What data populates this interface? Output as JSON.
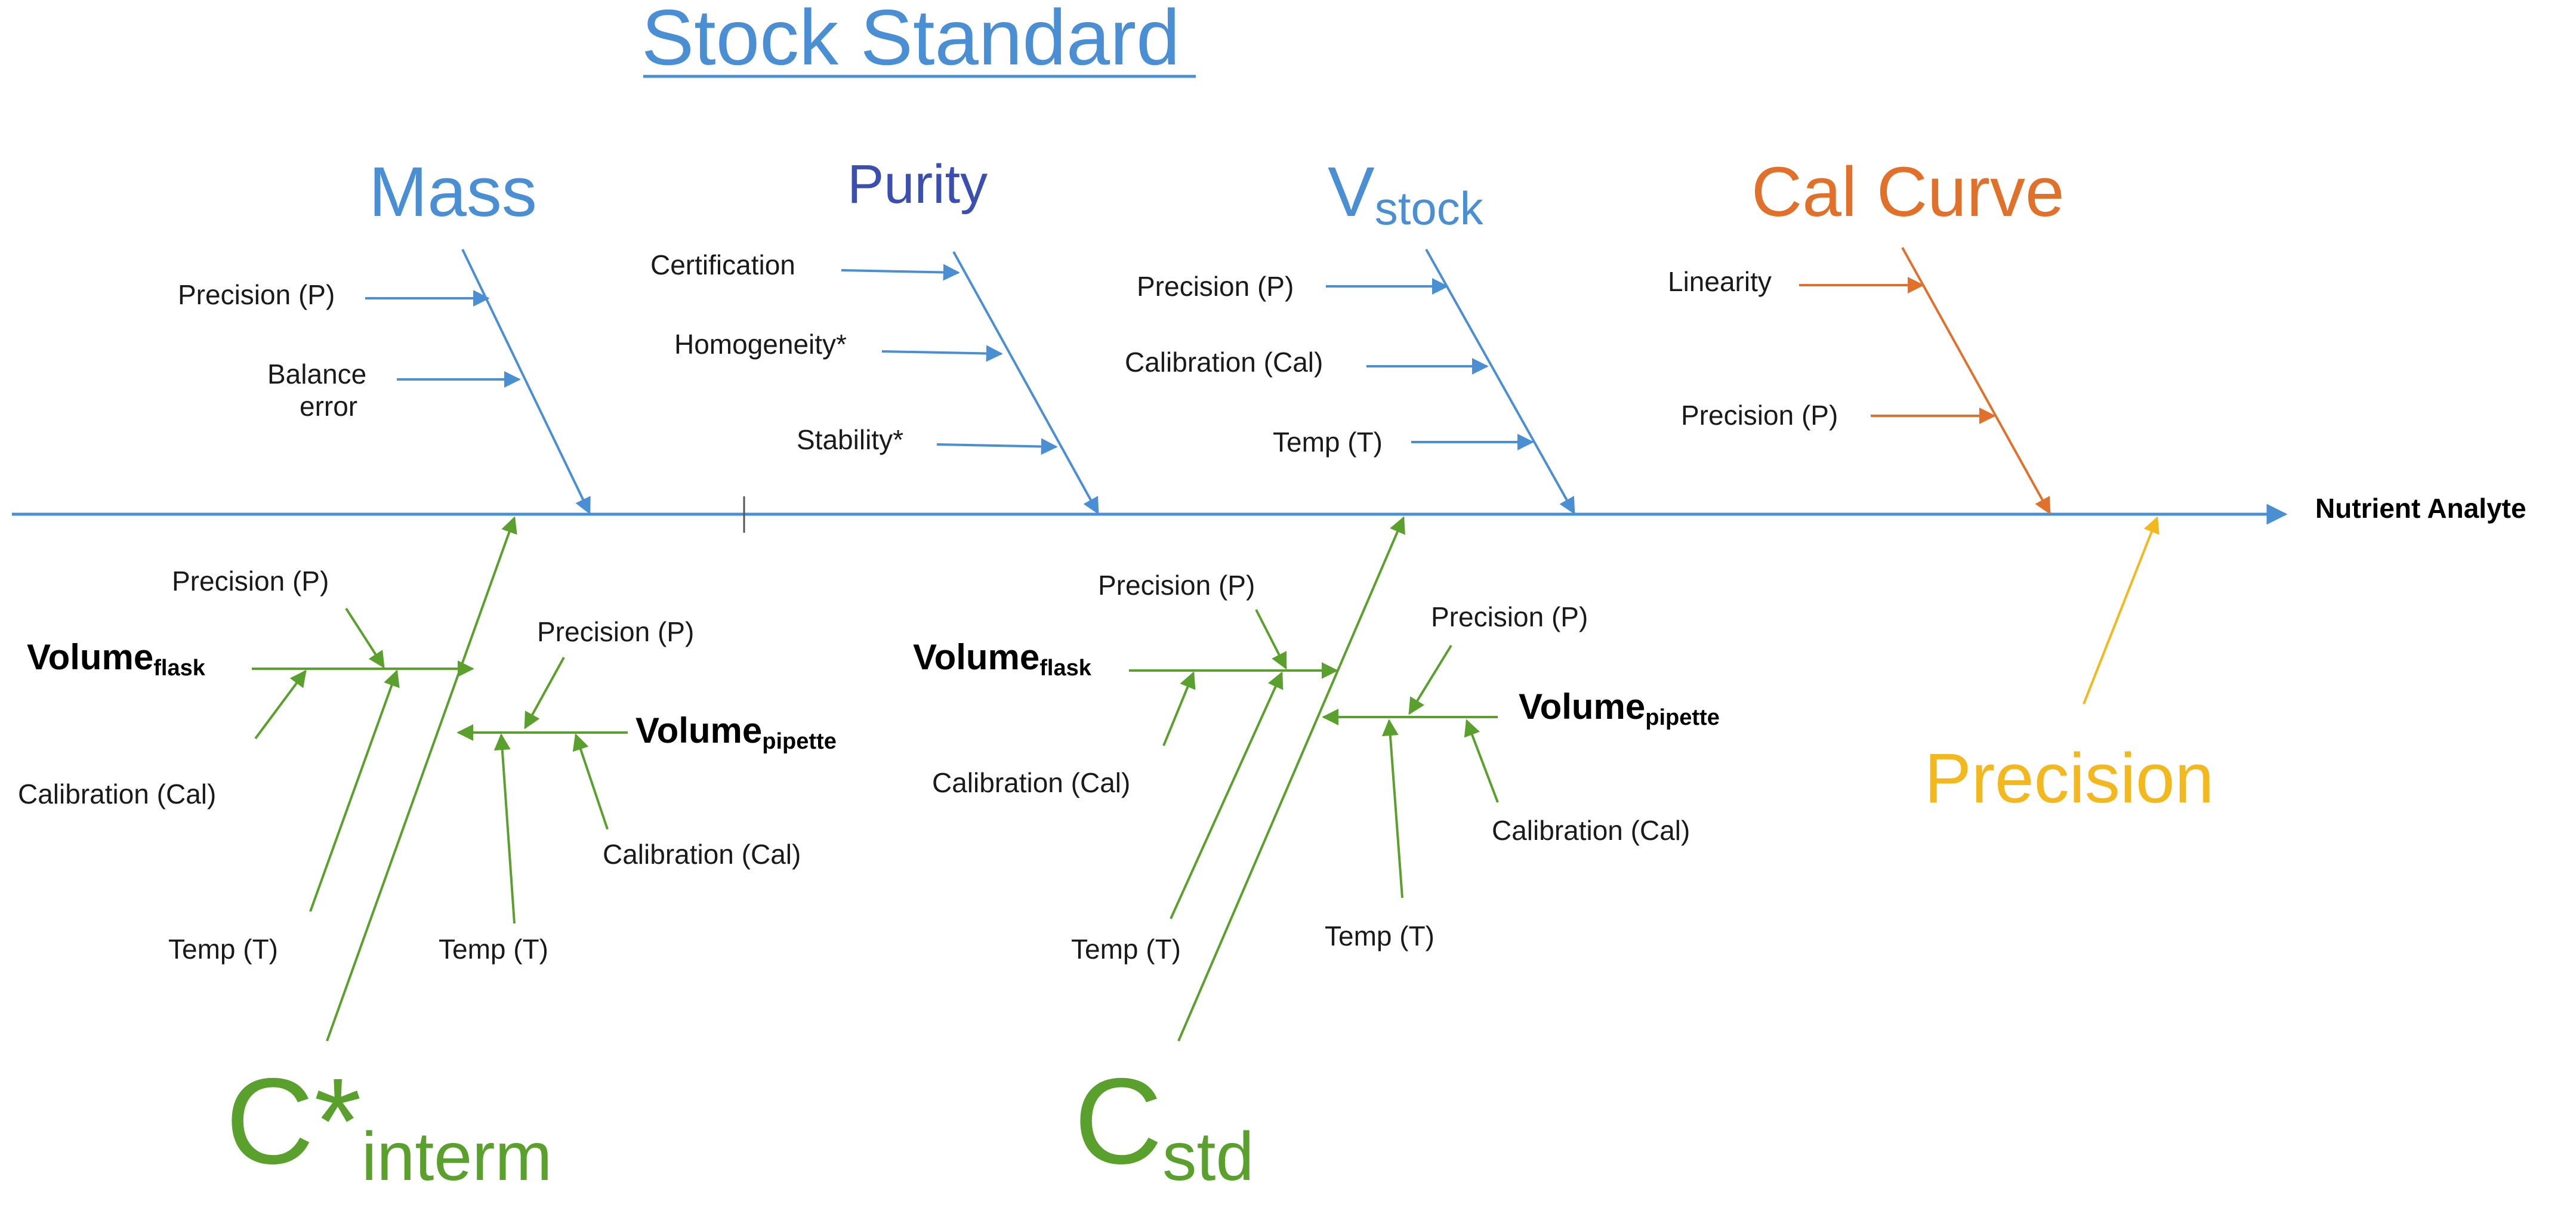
{
  "title": "Stock Standard",
  "effect": "Nutrient Analyte",
  "categories": {
    "mass": {
      "label": "Mass",
      "causes": [
        "Precision (P)",
        "Balance",
        "error"
      ]
    },
    "purity": {
      "label": "Purity",
      "causes": [
        "Certification",
        "Homogeneity*",
        "Stability*"
      ]
    },
    "vstock": {
      "label": "V",
      "subscript": "stock",
      "causes": [
        "Precision (P)",
        "Calibration (Cal)",
        "Temp (T)"
      ]
    },
    "cal_curve": {
      "label": "Cal Curve",
      "causes": [
        "Linearity",
        "Precision (P)"
      ]
    },
    "precision": {
      "label": "Precision"
    },
    "c_interm": {
      "label": "C*",
      "subscript": "interm",
      "vol_flask": {
        "label": "Volume",
        "subscript": "flask",
        "causes": [
          "Precision (P)",
          "Calibration (Cal)",
          "Temp (T)"
        ]
      },
      "vol_pipette": {
        "label": "Volume",
        "subscript": "pipette",
        "causes": [
          "Precision (P)",
          "Calibration (Cal)",
          "Temp (T)"
        ]
      }
    },
    "c_std": {
      "label": "C",
      "subscript": "std",
      "vol_flask": {
        "label": "Volume",
        "subscript": "flask",
        "causes": [
          "Precision (P)",
          "Calibration (Cal)",
          "Temp (T)"
        ]
      },
      "vol_pipette": {
        "label": "Volume",
        "subscript": "pipette",
        "causes": [
          "Precision (P)",
          "Calibration (Cal)",
          "Temp (T)"
        ]
      }
    }
  },
  "colors": {
    "blue": "#4a8fd4",
    "navy": "#3a4fb0",
    "orange": "#e0702a",
    "yellow": "#f2b81e",
    "green": "#5aa02c",
    "text": "#1a1a1a"
  }
}
